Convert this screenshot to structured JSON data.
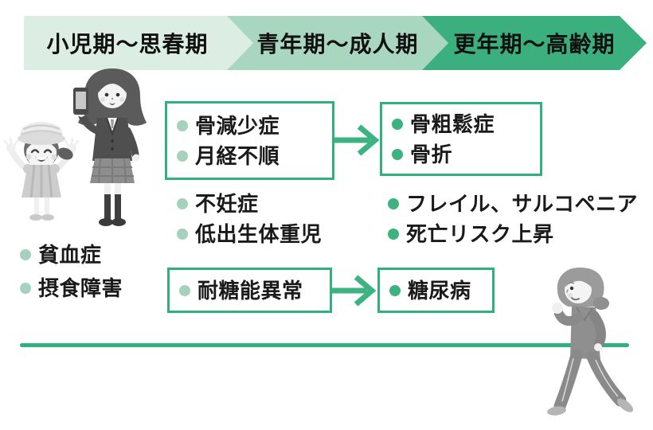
{
  "banner": {
    "segments": [
      {
        "label": "小児期〜思春期",
        "color": "#dcede3"
      },
      {
        "label": "青年期〜成人期",
        "color": "#a9d6bf"
      },
      {
        "label": "更年期〜高齢期",
        "color": "#3caf7e"
      }
    ]
  },
  "lists": {
    "bone_early": [
      "骨減少症",
      "月経不順"
    ],
    "bone_late": [
      "骨粗鬆症",
      "骨折"
    ],
    "repro": [
      "不妊症",
      "低出生体重児"
    ],
    "aging": [
      "フレイル、サルコペニア",
      "死亡リスク上昇"
    ],
    "childhood": [
      "貧血症",
      "摂食障害"
    ],
    "glucose_early": [
      "耐糖能異常"
    ],
    "glucose_late": [
      "糖尿病"
    ]
  },
  "colors": {
    "accent_green": "#2fb07c",
    "arrow_green": "#3db381",
    "banner_light": "#dcede3",
    "banner_medium": "#a9d6bf",
    "banner_dark": "#3caf7e",
    "bullet_light": "#a5d2bc",
    "bullet_dark": "#3cb37f",
    "text": "#1a1a1a"
  },
  "illustrations": [
    "child-girl",
    "schoolgirl-holding-smartphone",
    "elderly-woman-walking"
  ]
}
